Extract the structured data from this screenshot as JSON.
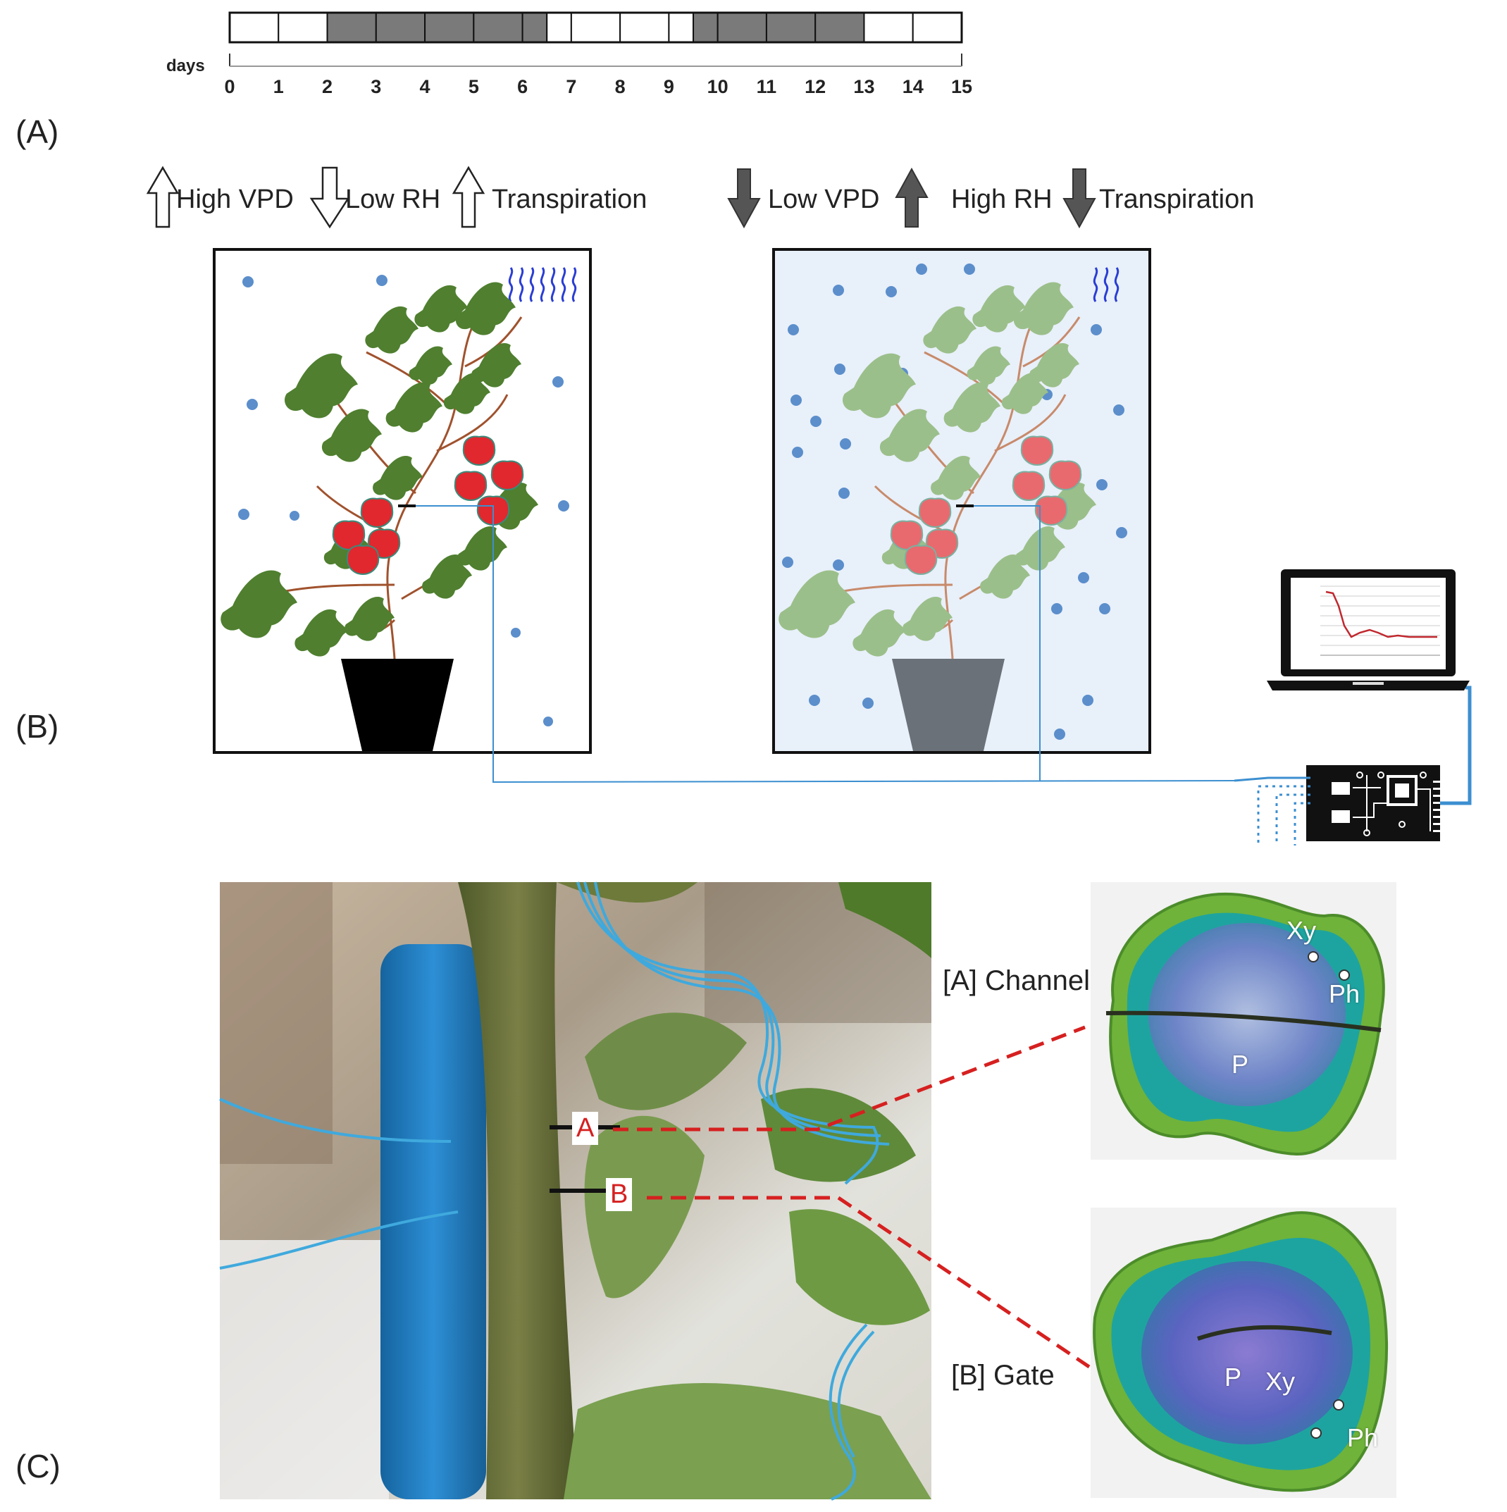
{
  "panels": {
    "a": "(A)",
    "b": "(B)",
    "c": "(C)"
  },
  "timeline": {
    "axis_label": "days",
    "ticks": [
      "0",
      "1",
      "2",
      "3",
      "4",
      "5",
      "6",
      "7",
      "8",
      "9",
      "10",
      "11",
      "12",
      "13",
      "14",
      "15"
    ],
    "segments": [
      {
        "start": 0,
        "end": 1,
        "state": "high-vpd"
      },
      {
        "start": 1,
        "end": 2,
        "state": "high-vpd"
      },
      {
        "start": 2,
        "end": 3,
        "state": "low-vpd"
      },
      {
        "start": 3,
        "end": 4,
        "state": "low-vpd"
      },
      {
        "start": 4,
        "end": 5,
        "state": "low-vpd"
      },
      {
        "start": 5,
        "end": 6,
        "state": "low-vpd"
      },
      {
        "start": 6,
        "end": 6.5,
        "state": "low-vpd"
      },
      {
        "start": 6.5,
        "end": 7,
        "state": "high-vpd"
      },
      {
        "start": 7,
        "end": 8,
        "state": "high-vpd"
      },
      {
        "start": 8,
        "end": 9,
        "state": "high-vpd"
      },
      {
        "start": 9,
        "end": 9.5,
        "state": "high-vpd"
      },
      {
        "start": 9.5,
        "end": 10,
        "state": "low-vpd"
      },
      {
        "start": 10,
        "end": 11,
        "state": "low-vpd"
      },
      {
        "start": 11,
        "end": 12,
        "state": "low-vpd"
      },
      {
        "start": 12,
        "end": 13,
        "state": "low-vpd"
      },
      {
        "start": 13,
        "end": 14,
        "state": "high-vpd"
      },
      {
        "start": 14,
        "end": 15,
        "state": "high-vpd"
      }
    ],
    "colors": {
      "high-vpd": "#ffffff",
      "low-vpd": "#7a7a7a"
    }
  },
  "conditions": {
    "left": {
      "items": [
        {
          "label": "High VPD",
          "arrow": "up",
          "style": "outline"
        },
        {
          "label": "Low RH",
          "arrow": "down",
          "style": "outline"
        },
        {
          "label": "Transpiration",
          "arrow": "up",
          "style": "outline"
        }
      ],
      "background": "#ffffff"
    },
    "right": {
      "items": [
        {
          "label": "Low VPD",
          "arrow": "down",
          "style": "filled"
        },
        {
          "label": "High RH",
          "arrow": "up",
          "style": "filled"
        },
        {
          "label": "Transpiration",
          "arrow": "down",
          "style": "filled"
        }
      ],
      "background": "#e8f0fa"
    }
  },
  "photo": {
    "markers": [
      "A",
      "B"
    ],
    "sections": [
      {
        "caption": "[A] Channel",
        "tissues": [
          "Xy",
          "Ph",
          "P"
        ]
      },
      {
        "caption": "[B] Gate",
        "tissues": [
          "P",
          "Xy",
          "Ph"
        ]
      }
    ]
  },
  "colors": {
    "leaf": "#4f7f2f",
    "leaf_faded": "#9bbf8a",
    "stem": "#a0522d",
    "tomato": "#e0282e",
    "droplet": "#5b8ecb",
    "wire": "#3c8fd0",
    "dashed_link": "#d62020"
  }
}
